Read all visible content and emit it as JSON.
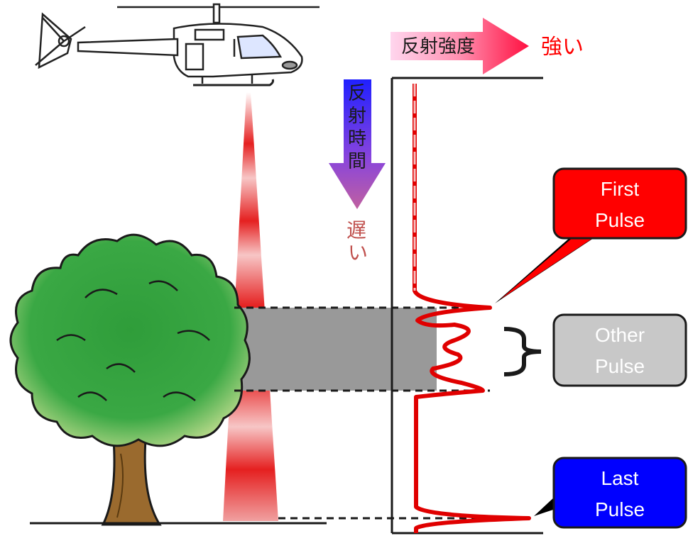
{
  "labels": {
    "intensity": "反射強度",
    "strong": "強い",
    "time_chars": [
      "反",
      "射",
      "時",
      "間"
    ],
    "late_chars": [
      "遅",
      "い"
    ]
  },
  "callouts": {
    "first": [
      "First",
      "Pulse"
    ],
    "other": [
      "Other",
      "Pulse"
    ],
    "last": [
      "Last",
      "Pulse"
    ]
  },
  "colors": {
    "first_fill": "#ff0000",
    "other_fill": "#c8c8c8",
    "last_fill": "#0000ff",
    "waveform": "#e00000",
    "strong_text": "#ff0000",
    "late_text": "#c0504d"
  },
  "icons": [
    "helicopter-icon",
    "tree-icon"
  ]
}
